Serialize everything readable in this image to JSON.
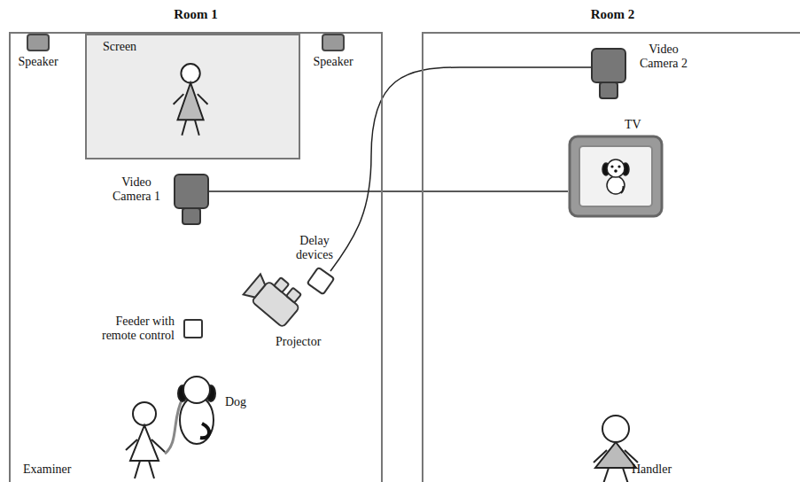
{
  "diagram": {
    "nodes": [
      {
        "text": [
          "Room 1"
        ]
      },
      {
        "text": [
          "Speaker"
        ],
        "in": 0
      },
      {
        "text": [
          "Screen"
        ],
        "in": 0
      },
      {
        "text": [
          "Speaker"
        ],
        "in": 0
      },
      {
        "text": [
          "Video Camera 1"
        ],
        "in": 0
      },
      {
        "text": [
          "Delay devices"
        ],
        "in": 0
      },
      {
        "text": [
          "Feeder with remote control"
        ],
        "in": 0
      },
      {
        "text": [
          "Projector"
        ],
        "in": 0
      },
      {
        "text": [
          "Room 2"
        ]
      },
      {
        "text": [
          "Video Camera 2"
        ],
        "in": 8
      },
      {
        "text": [
          "TV"
        ],
        "in": 8
      }
    ],
    "edges": [
      {
        "from": 4,
        "to": 10,
        "arrow": "none"
      },
      {
        "from": 5,
        "to": 9,
        "arrow": "none"
      }
    ],
    "labels": [
      "Dog",
      "Examiner",
      "Handler"
    ]
  }
}
